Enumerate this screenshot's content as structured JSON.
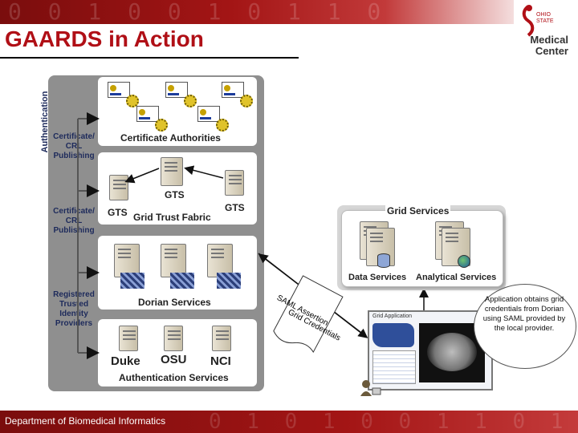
{
  "header": {
    "title": "GAARDS in Action",
    "band_digits": "0 0 1 0 0 1 0 1 1 0",
    "band_color": "#a31515",
    "title_color": "#b00f16"
  },
  "logo": {
    "org_name": "OHIO STATE",
    "line1": "Medical",
    "line2": "Center"
  },
  "diagram": {
    "authentication_label": "Authentication",
    "side_labels": {
      "crl_publishing_1": [
        "Certificate/",
        "CRL",
        "Publishing"
      ],
      "crl_publishing_2": [
        "Certificate/",
        "CRL",
        "Publishing"
      ],
      "registered_providers": [
        "Registered",
        "Trusted",
        "Identity",
        "Providers"
      ]
    },
    "certificate_authorities": "Certificate Authorities",
    "gts": {
      "center": "GTS",
      "left": "GTS",
      "right": "GTS",
      "caption": "Grid Trust Fabric"
    },
    "dorian_services": "Dorian Services",
    "authentication_services": {
      "caption": "Authentication Services",
      "providers": [
        "Duke",
        "OSU",
        "NCI"
      ]
    },
    "grid_services": {
      "title": "Grid Services",
      "data_services": "Data Services",
      "analytical_services": "Analytical Services"
    },
    "saml": {
      "line1": "SAML Assertion",
      "line2": "Grid Credentials"
    },
    "app_window_title": "Grid Application",
    "callout": "Application obtains grid credentials from Dorian using SAML provided by the local provider."
  },
  "footer": {
    "text": "Department of Biomedical Informatics",
    "band_digits": "0 1 0 1 0 0 1 1 0 1"
  }
}
